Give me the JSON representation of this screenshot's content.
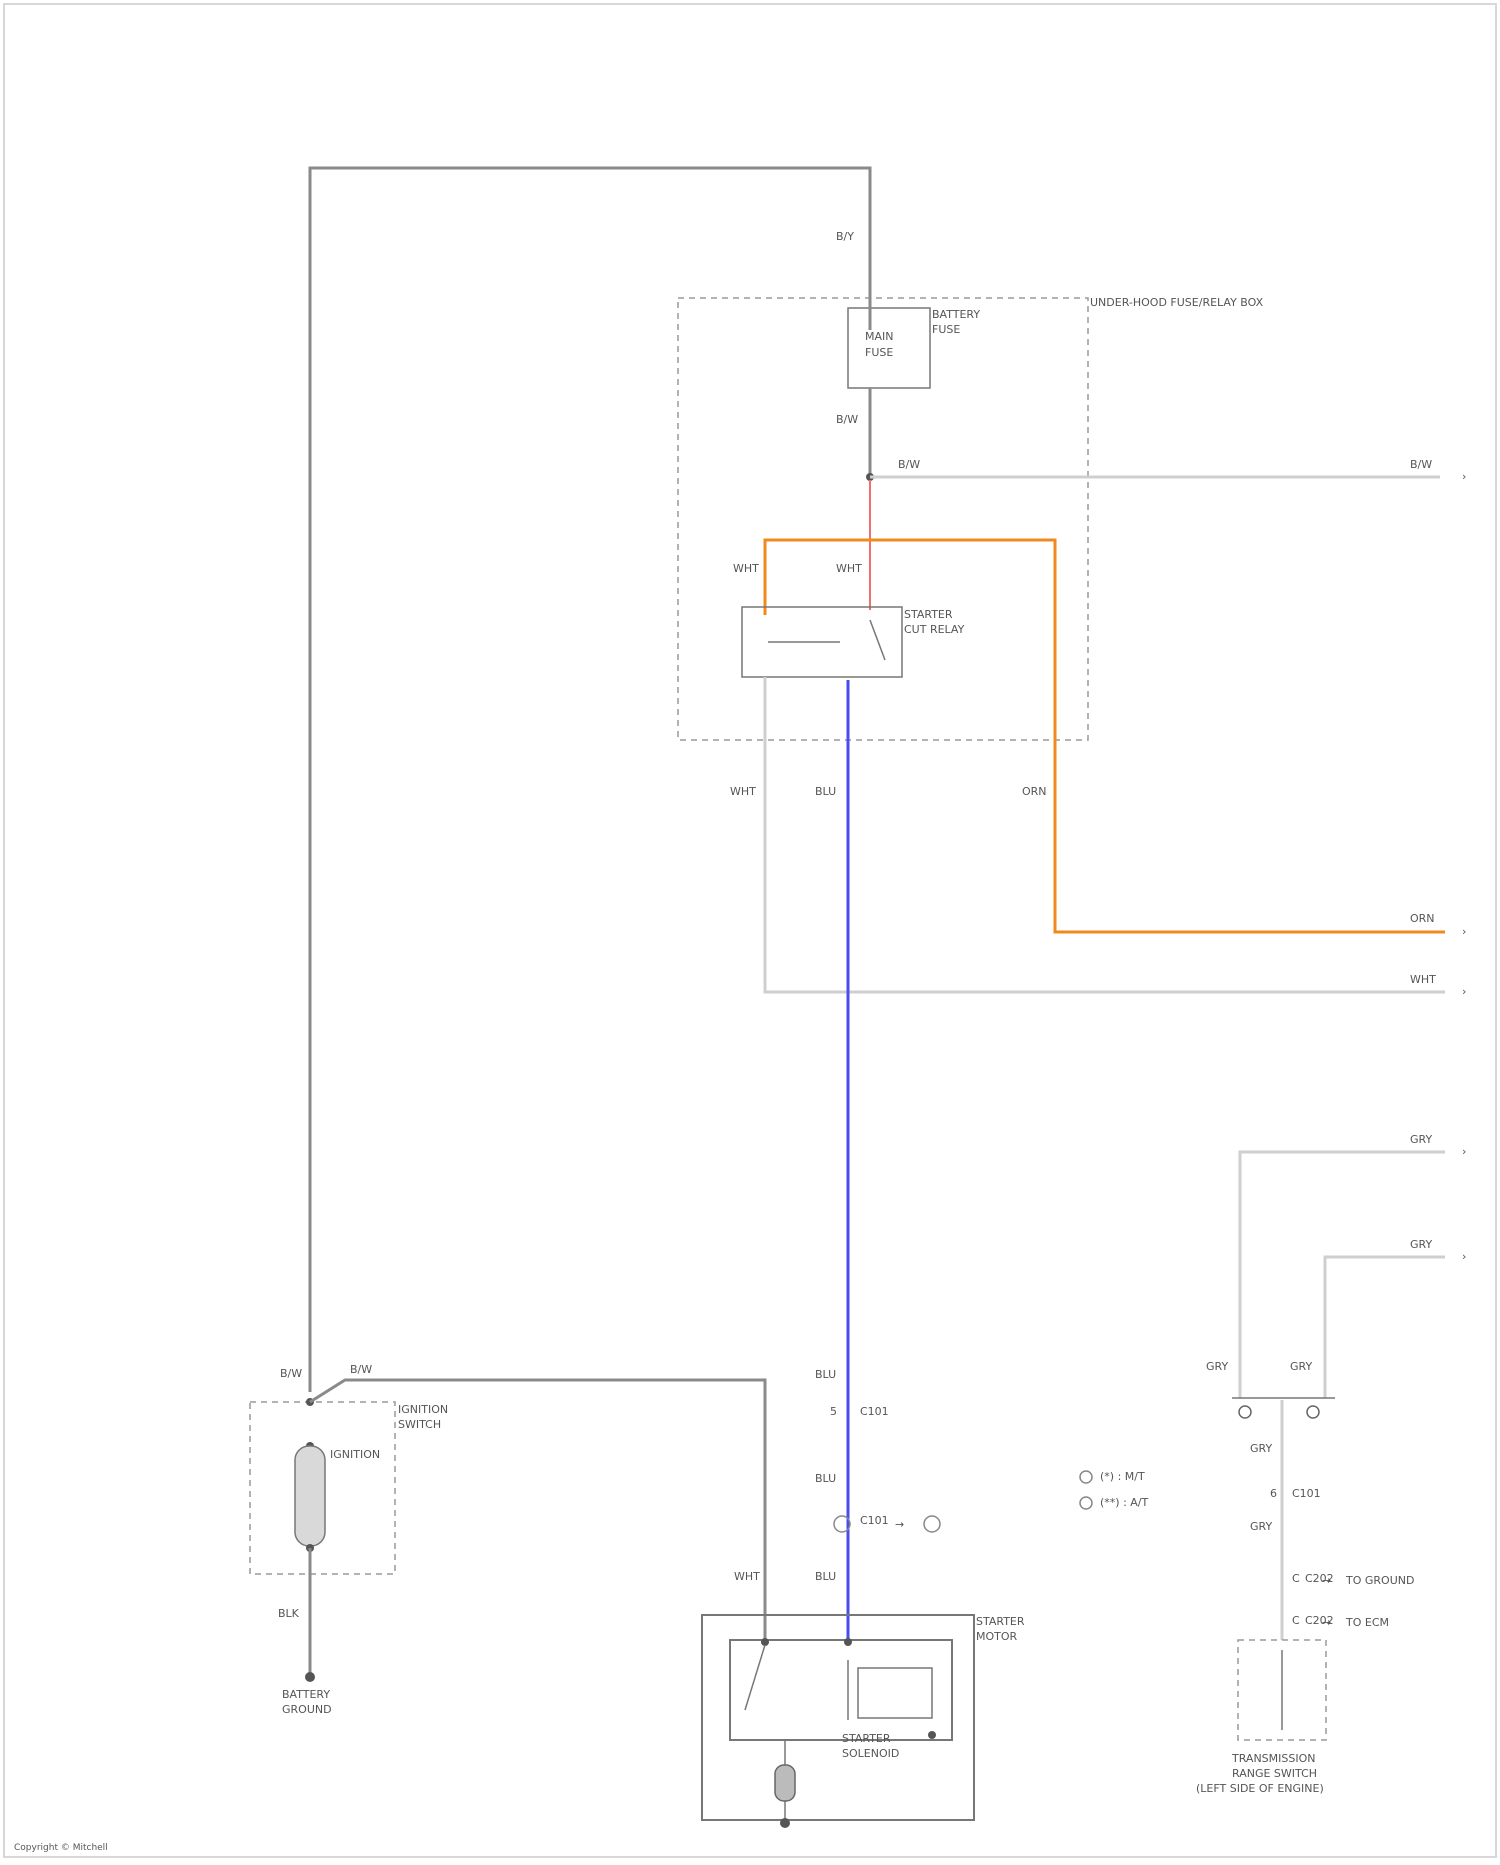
{
  "diagram": {
    "wire_labels": {
      "top_fuse_in": "B/Y",
      "fuse_out": "B/W",
      "junction_right": "B/W",
      "relay_left_top": "WHT",
      "relay_right_top": "WHT",
      "relay_left_bottom": "WHT",
      "relay_mid_bottom": "BLU",
      "orange_vertical": "ORN",
      "far_right_orange": "ORN",
      "far_right_light": "WHT",
      "far_right_top": "B/W",
      "upper_right_1": "GRY",
      "upper_right_2": "GRY",
      "right_cluster_left": "GRY",
      "right_cluster_right": "GRY",
      "right_cluster_wire_a": "GRY",
      "right_cluster_wire_b": "GRY",
      "switch_top": "B/W",
      "switch_branch": "B/W",
      "switch_bottom": "BLK",
      "starter_top_left": "WHT",
      "blue_upper": "BLU",
      "blue_mid": "BLU",
      "blue_lower": "BLU"
    },
    "components": {
      "fuse_box_title": "UNDER-HOOD FUSE/RELAY BOX",
      "fuse_label_line1": "MAIN",
      "fuse_label_line2": "FUSE",
      "fuse_name_line1": "BATTERY",
      "fuse_name_line2": "FUSE",
      "relay_name_line1": "STARTER",
      "relay_name_line2": "CUT RELAY",
      "ignition_title_line1": "IGNITION",
      "ignition_title_line2": "SWITCH",
      "ignition_inner": "IGNITION",
      "battery_label_line1": "BATTERY",
      "battery_label_line2": "GROUND",
      "starter_title_line1": "STARTER",
      "starter_title_line2": "MOTOR",
      "solenoid_label_line1": "STARTER",
      "solenoid_label_line2": "SOLENOID",
      "connector_c_label": "C101",
      "connector_d_label": "C101",
      "connector_e_label": "C202",
      "legend_line1": "(*) : M/T",
      "legend_line2": "(**) : A/T",
      "right_connector_1": "C101",
      "right_connector_2": "C202",
      "right_arrow_1": "TO GROUND",
      "right_arrow_2": "TO ECM",
      "bottom_right_title_line1": "TRANSMISSION",
      "bottom_right_title_line2": "RANGE SWITCH",
      "bottom_right_sub": "(LEFT SIDE OF ENGINE)",
      "footnote": "Copyright © Mitchell"
    }
  }
}
